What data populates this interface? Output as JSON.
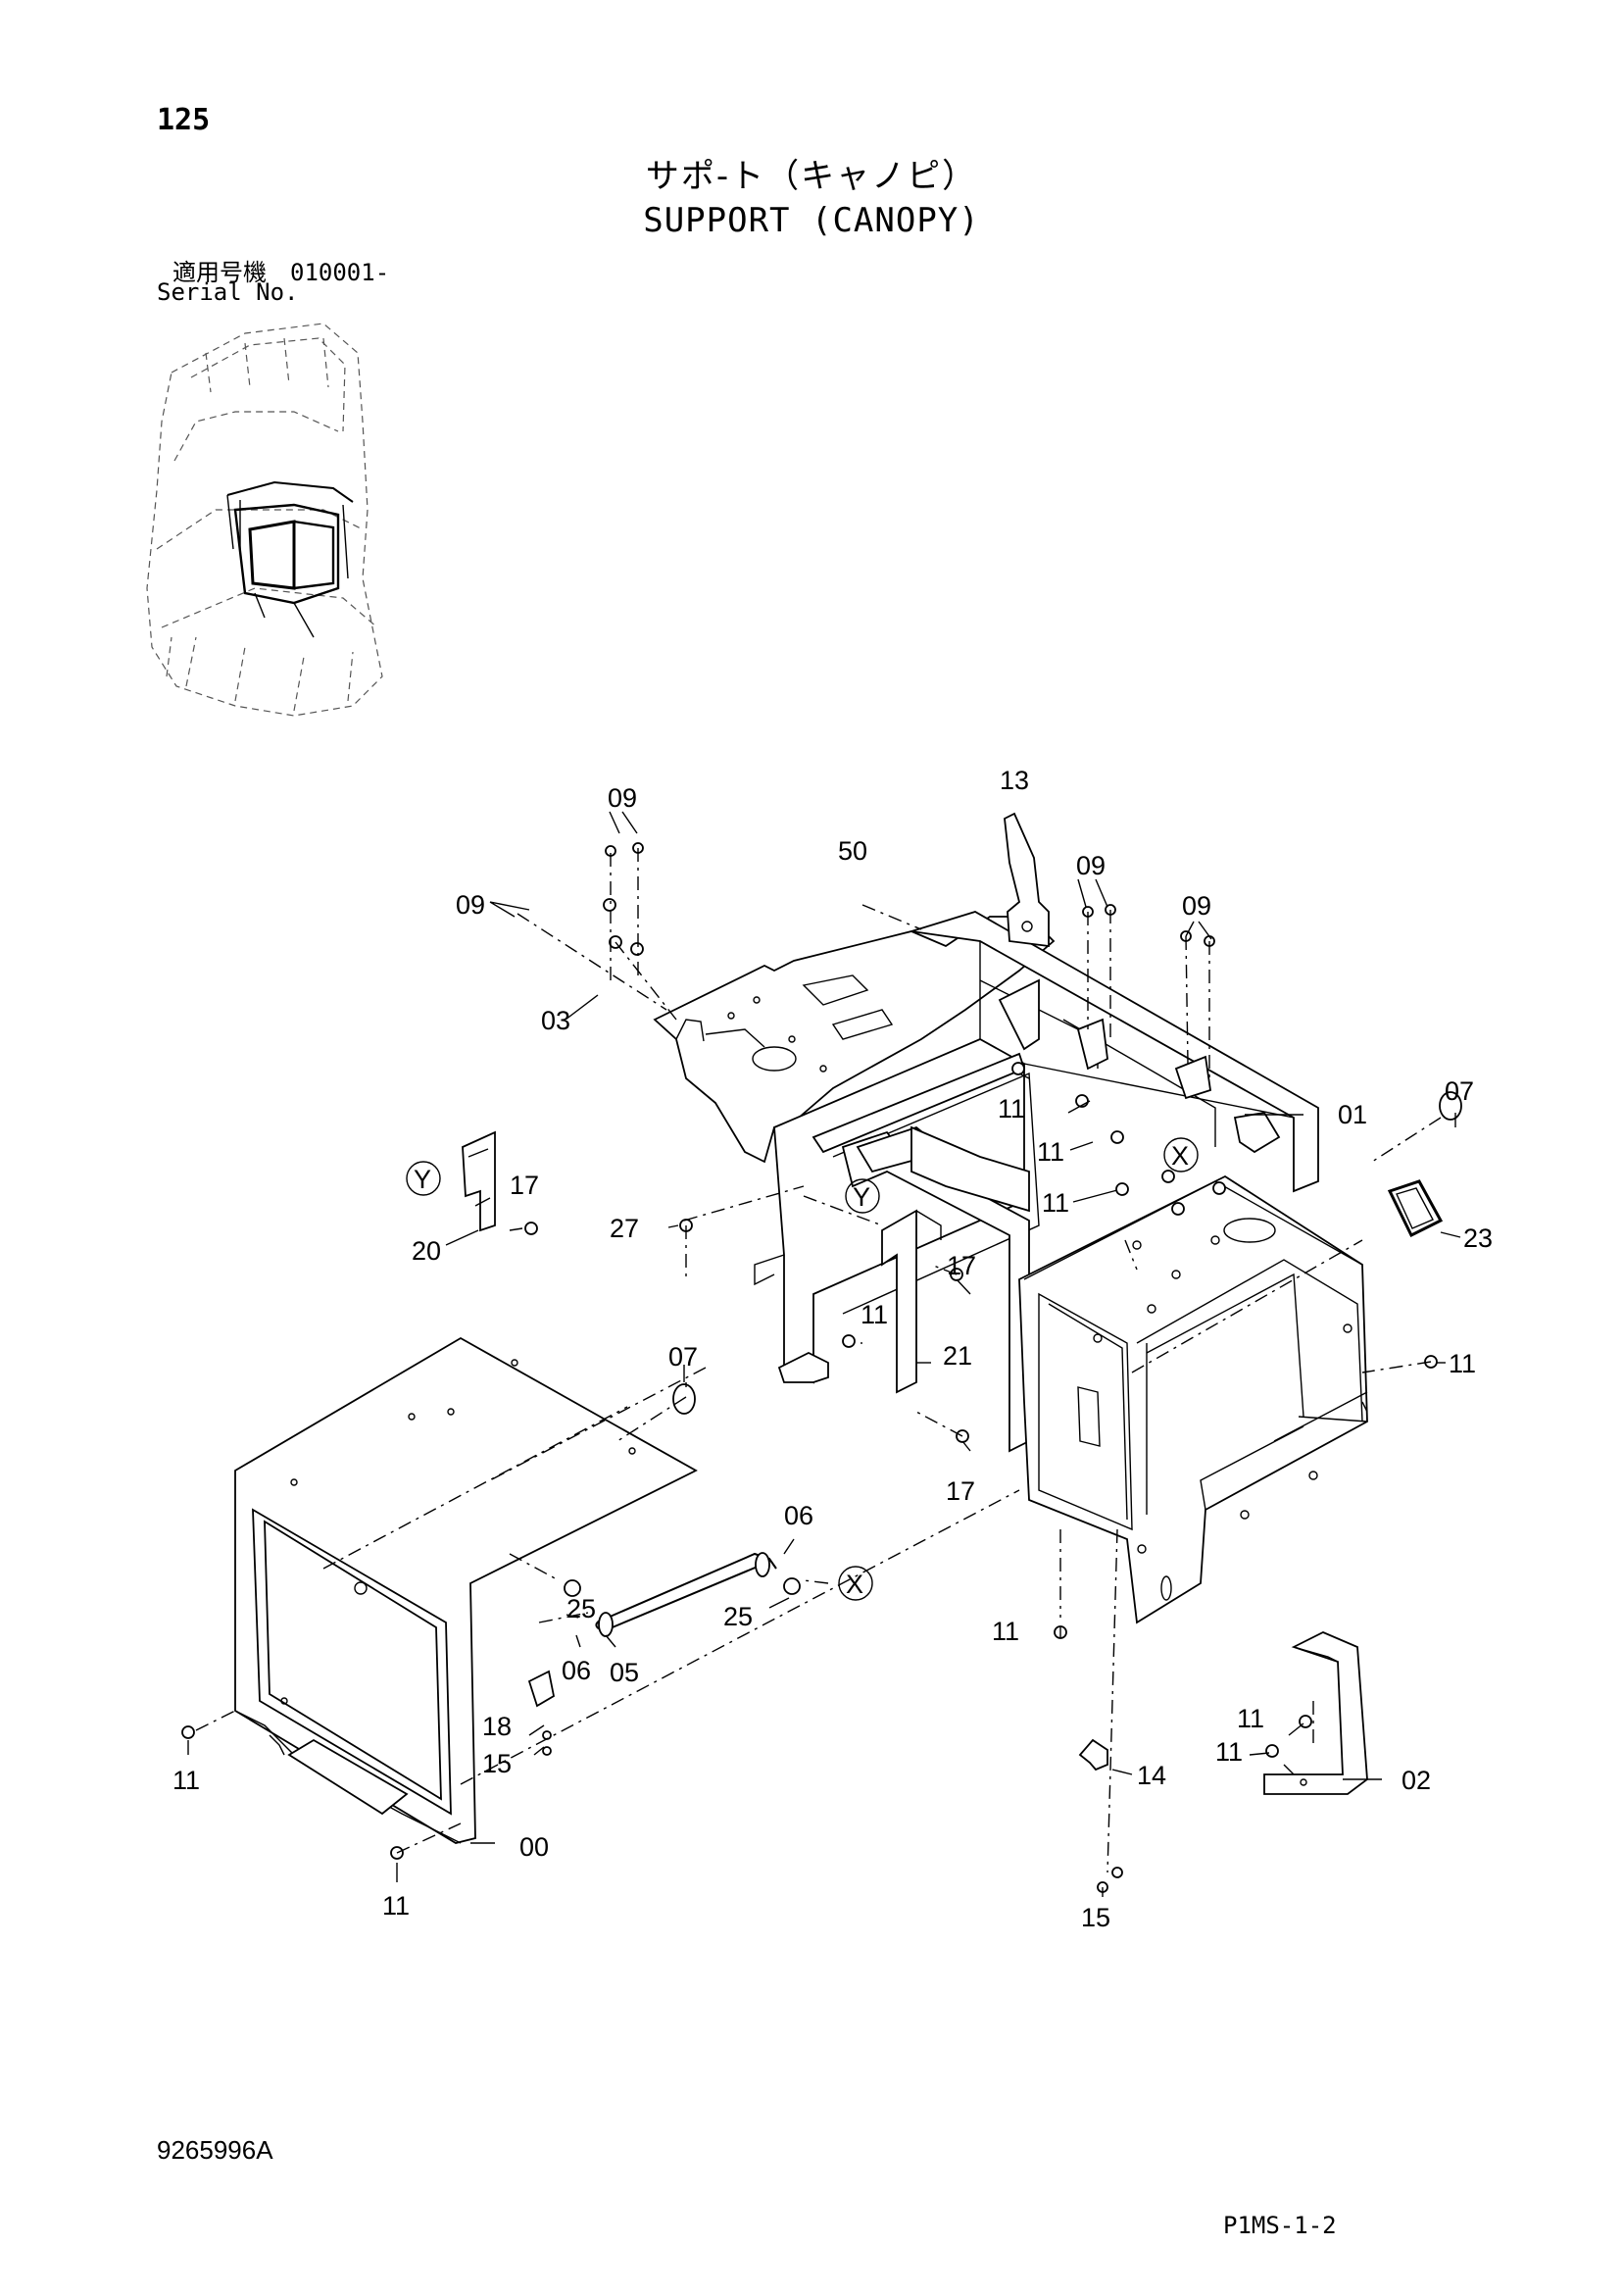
{
  "header": {
    "page_number": "125",
    "title_jp": "サポ-ト（キャノピ）",
    "title_en": "SUPPORT (CANOPY)",
    "serial_label_jp": "適用号機　010001-",
    "serial_label_en": "Serial No."
  },
  "footer": {
    "document_code": "9265996A",
    "sheet_code": "P1MS-1-2"
  },
  "callouts": {
    "c00": "00",
    "c01": "01",
    "c02": "02",
    "c03": "03",
    "c05": "05",
    "c06a": "06",
    "c06b": "06",
    "c07a": "07",
    "c07b": "07",
    "c09a": "09",
    "c09b": "09",
    "c09c": "09",
    "c09d": "09",
    "c11a": "11",
    "c11b": "11",
    "c11c": "11",
    "c11d": "11",
    "c11e": "11",
    "c11f": "11",
    "c11g": "11",
    "c11h": "11",
    "c11i": "11",
    "c11j": "11",
    "c13": "13",
    "c14": "14",
    "c15a": "15",
    "c15b": "15",
    "c17a": "17",
    "c17b": "17",
    "c17c": "17",
    "c18": "18",
    "c20": "20",
    "c21": "21",
    "c23": "23",
    "c25a": "25",
    "c25b": "25",
    "c27": "27",
    "c50": "50"
  },
  "markers": {
    "x1": "X",
    "x2": "X",
    "y1": "Y",
    "y2": "Y"
  }
}
